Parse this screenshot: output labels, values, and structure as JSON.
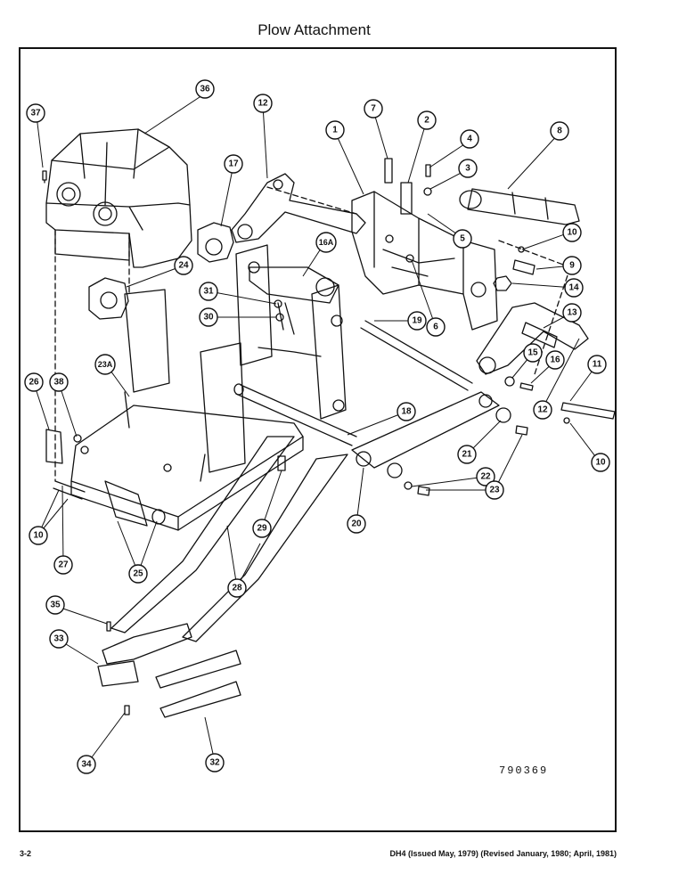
{
  "page": {
    "title": "Plow Attachment",
    "figure_number": "790369",
    "page_number": "3-2",
    "issue_note": "DH4 (Issued May, 1979) (Revised January, 1980; April, 1981)"
  },
  "callouts": [
    "1",
    "2",
    "3",
    "4",
    "5",
    "6",
    "7",
    "8",
    "9",
    "10",
    "11",
    "12",
    "13",
    "14",
    "15",
    "16",
    "16A",
    "17",
    "18",
    "19",
    "20",
    "21",
    "22",
    "23",
    "23A",
    "24",
    "25",
    "26",
    "27",
    "28",
    "29",
    "30",
    "31",
    "32",
    "33",
    "34",
    "35",
    "36",
    "37",
    "38"
  ]
}
